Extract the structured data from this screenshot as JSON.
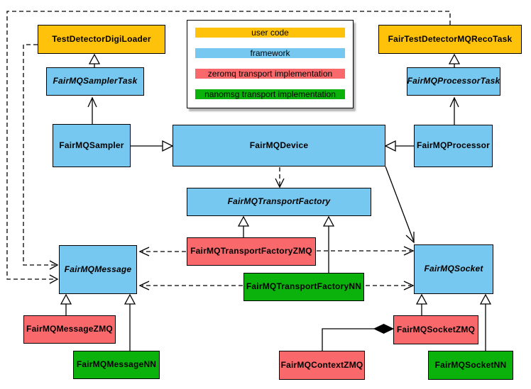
{
  "palette": {
    "user_code": "#FFC20A",
    "framework": "#76C8F0",
    "zeromq": "#F9696B",
    "nanomsg": "#0CB20C",
    "border": "#000000",
    "background": "#FFFFFF"
  },
  "legend": {
    "items": [
      {
        "label": "user code",
        "color": "#FFC20A"
      },
      {
        "label": "framework",
        "color": "#76C8F0"
      },
      {
        "label": "zeromq transport implementation",
        "color": "#F9696B"
      },
      {
        "label": "nanomsg transport implementation",
        "color": "#0CB20C"
      }
    ]
  },
  "nodes": {
    "tddl": {
      "label": "TestDetectorDigiLoader",
      "category": "user code",
      "abstract": false
    },
    "recotask": {
      "label": "FairTestDetectorMQRecoTask",
      "category": "user code",
      "abstract": false
    },
    "samplertask": {
      "label": "FairMQSamplerTask",
      "category": "framework",
      "abstract": true
    },
    "processortask": {
      "label": "FairMQProcessorTask",
      "category": "framework",
      "abstract": true
    },
    "sampler": {
      "label": "FairMQSampler",
      "category": "framework",
      "abstract": false
    },
    "device": {
      "label": "FairMQDevice",
      "category": "framework",
      "abstract": false
    },
    "processor": {
      "label": "FairMQProcessor",
      "category": "framework",
      "abstract": false
    },
    "factory": {
      "label": "FairMQTransportFactory",
      "category": "framework",
      "abstract": true
    },
    "tfzmq": {
      "label": "FairMQTransportFactoryZMQ",
      "category": "zeromq",
      "abstract": false
    },
    "tfnn": {
      "label": "FairMQTransportFactoryNN",
      "category": "nanomsg",
      "abstract": false
    },
    "message": {
      "label": "FairMQMessage",
      "category": "framework",
      "abstract": true
    },
    "socket": {
      "label": "FairMQSocket",
      "category": "framework",
      "abstract": true
    },
    "msgzmq": {
      "label": "FairMQMessageZMQ",
      "category": "zeromq",
      "abstract": false
    },
    "msgnn": {
      "label": "FairMQMessageNN",
      "category": "nanomsg",
      "abstract": false
    },
    "sockzmq": {
      "label": "FairMQSocketZMQ",
      "category": "zeromq",
      "abstract": false
    },
    "socknn": {
      "label": "FairMQSocketNN",
      "category": "nanomsg",
      "abstract": false
    },
    "contextzmq": {
      "label": "FairMQContextZMQ",
      "category": "zeromq",
      "abstract": false
    }
  },
  "edges": [
    {
      "from": "FairMQSamplerTask",
      "to": "TestDetectorDigiLoader",
      "type": "generalization"
    },
    {
      "from": "FairMQSampler",
      "to": "FairMQSamplerTask",
      "type": "arrow"
    },
    {
      "from": "FairMQSampler",
      "to": "FairMQDevice",
      "type": "generalization"
    },
    {
      "from": "FairMQProcessorTask",
      "to": "FairTestDetectorMQRecoTask",
      "type": "generalization"
    },
    {
      "from": "FairMQProcessor",
      "to": "FairMQProcessorTask",
      "type": "arrow"
    },
    {
      "from": "FairMQProcessor",
      "to": "FairMQDevice",
      "type": "generalization"
    },
    {
      "from": "FairMQDevice",
      "to": "FairMQTransportFactory",
      "type": "dashed-arrow"
    },
    {
      "from": "FairMQDevice",
      "to": "FairMQSocket",
      "type": "arrow"
    },
    {
      "from": "FairMQTransportFactoryZMQ",
      "to": "FairMQTransportFactory",
      "type": "generalization"
    },
    {
      "from": "FairMQTransportFactoryNN",
      "to": "FairMQTransportFactory",
      "type": "generalization"
    },
    {
      "from": "FairMQTransportFactoryZMQ",
      "to": "FairMQMessage",
      "type": "dashed-arrow"
    },
    {
      "from": "FairMQTransportFactoryZMQ",
      "to": "FairMQSocket",
      "type": "dashed-arrow"
    },
    {
      "from": "FairMQTransportFactoryNN",
      "to": "FairMQMessage",
      "type": "dashed-arrow"
    },
    {
      "from": "FairMQTransportFactoryNN",
      "to": "FairMQSocket",
      "type": "dashed-arrow"
    },
    {
      "from": "TestDetectorDigiLoader",
      "to": "FairMQMessage",
      "type": "dashed-arrow"
    },
    {
      "from": "FairTestDetectorMQRecoTask",
      "to": "FairMQMessage",
      "type": "dashed-arrow"
    },
    {
      "from": "FairMQMessageZMQ",
      "to": "FairMQMessage",
      "type": "generalization"
    },
    {
      "from": "FairMQMessageNN",
      "to": "FairMQMessage",
      "type": "generalization"
    },
    {
      "from": "FairMQSocketZMQ",
      "to": "FairMQSocket",
      "type": "generalization"
    },
    {
      "from": "FairMQSocketNN",
      "to": "FairMQSocket",
      "type": "generalization"
    },
    {
      "from": "FairMQContextZMQ",
      "to": "FairMQSocketZMQ",
      "type": "composition"
    }
  ]
}
